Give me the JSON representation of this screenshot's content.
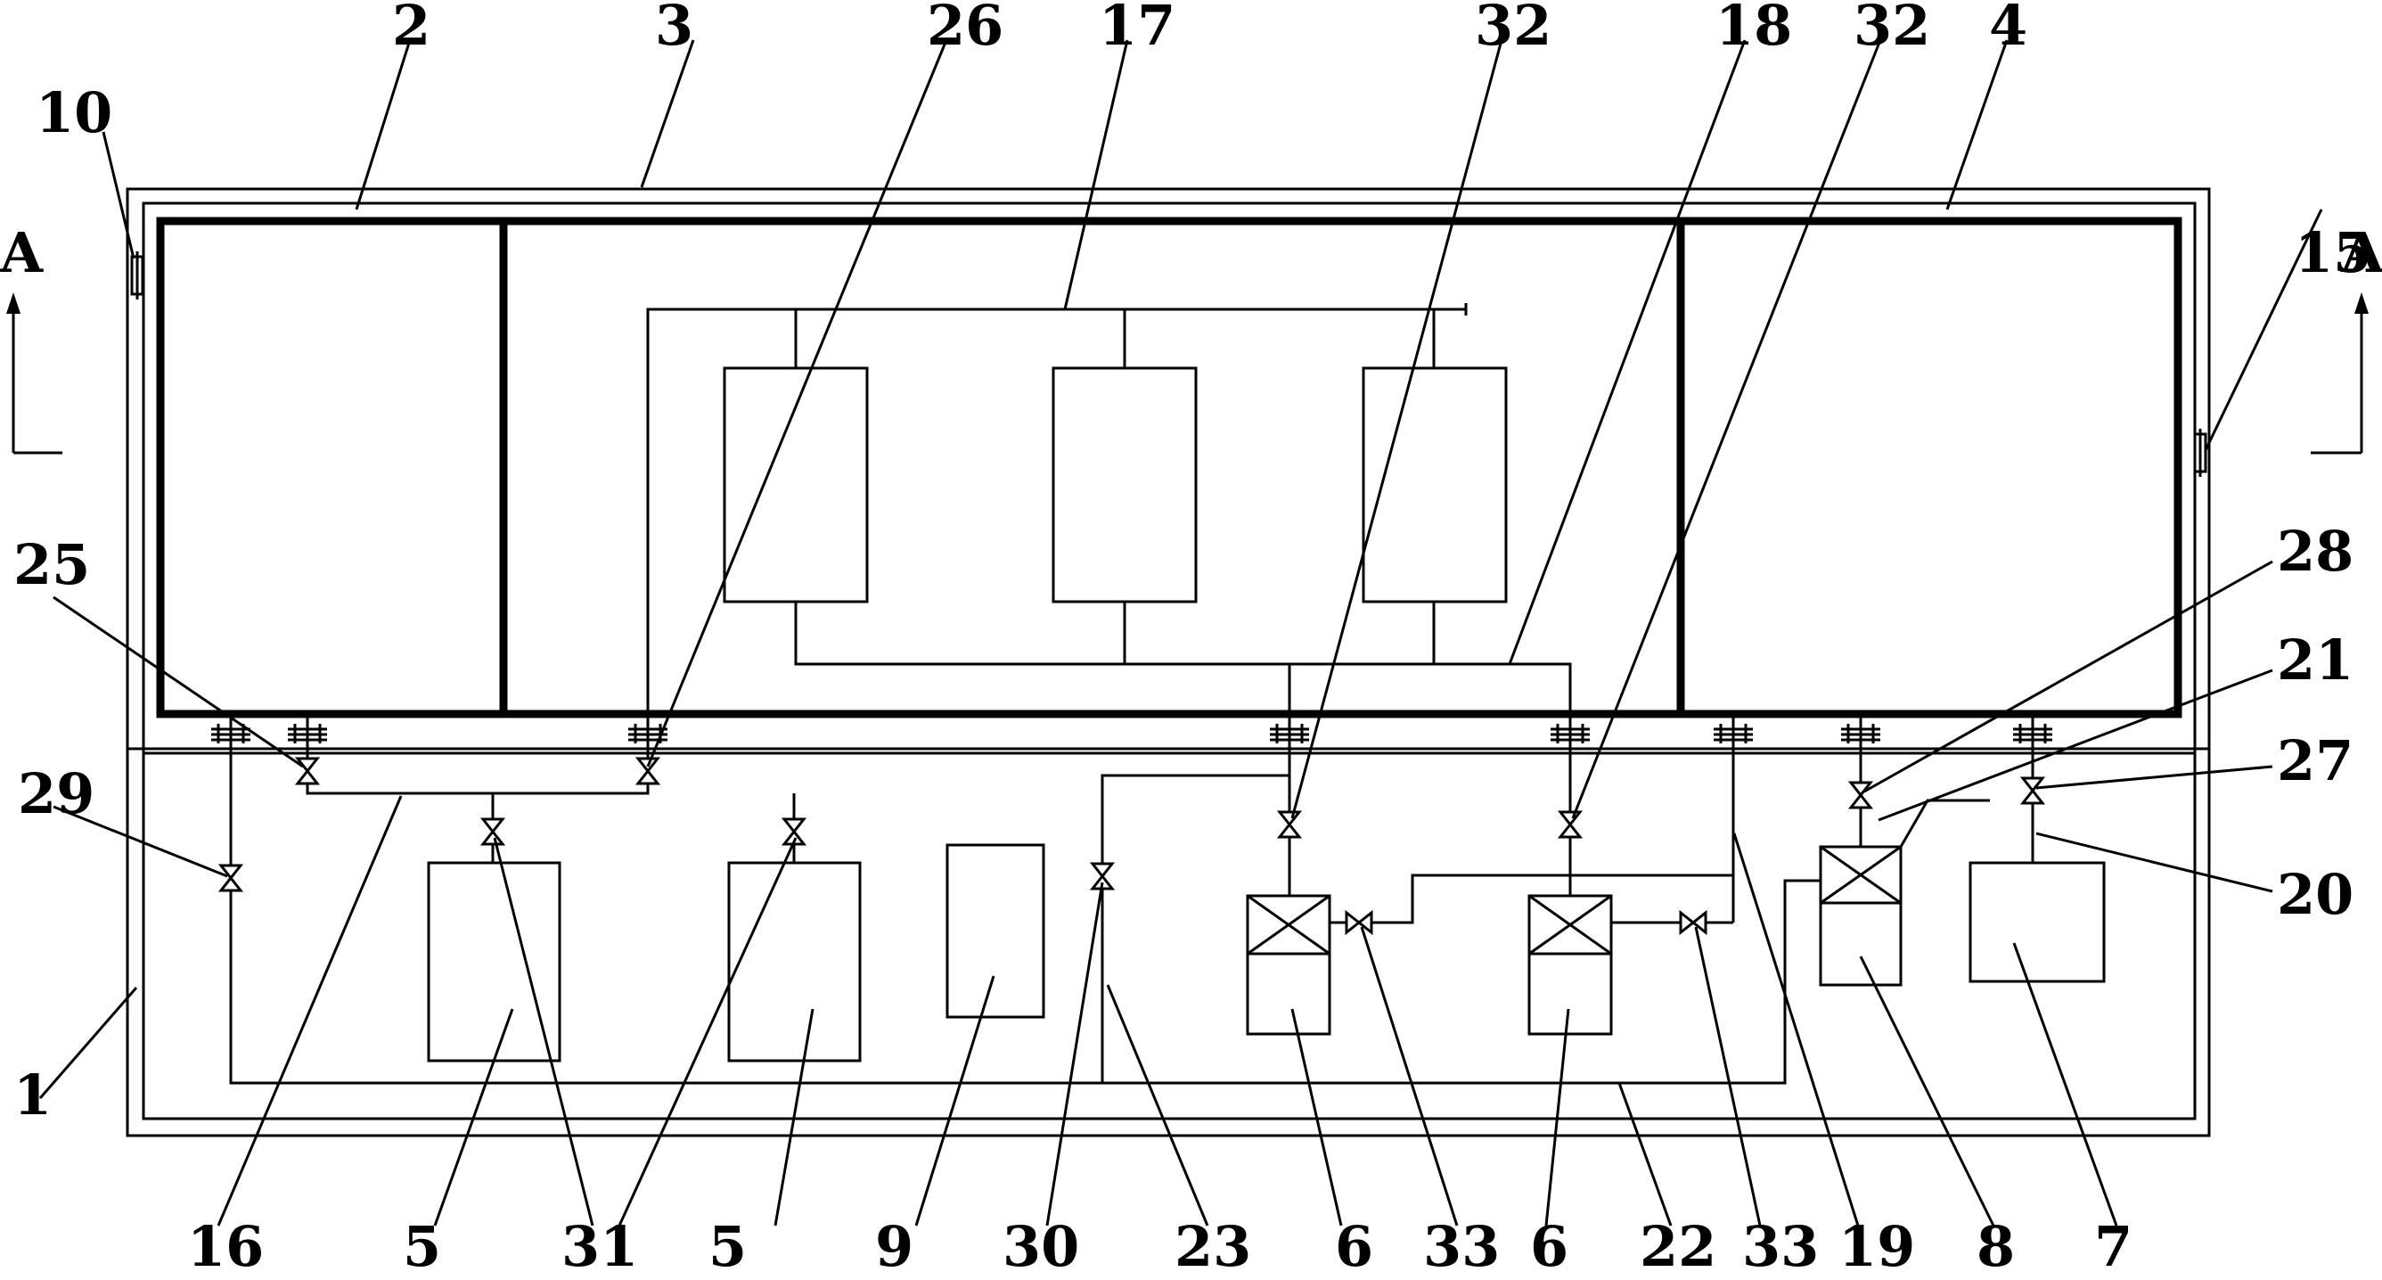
{
  "labels": {
    "n1": "1",
    "n2": "2",
    "n3": "3",
    "n4": "4",
    "n5a": "5",
    "n5b": "5",
    "n6a": "6",
    "n6b": "6",
    "n7": "7",
    "n8": "8",
    "n9": "9",
    "n10": "10",
    "n15": "15",
    "n16": "16",
    "n17": "17",
    "n18": "18",
    "n19": "19",
    "n20": "20",
    "n21": "21",
    "n22": "22",
    "n23": "23",
    "n25": "25",
    "n26": "26",
    "n27": "27",
    "n28": "28",
    "n29": "29",
    "n30": "30",
    "n31": "31",
    "n32a": "32",
    "n32b": "32",
    "n33a": "33",
    "n33b": "33",
    "sectionLeft": "A",
    "sectionRight": "A"
  }
}
